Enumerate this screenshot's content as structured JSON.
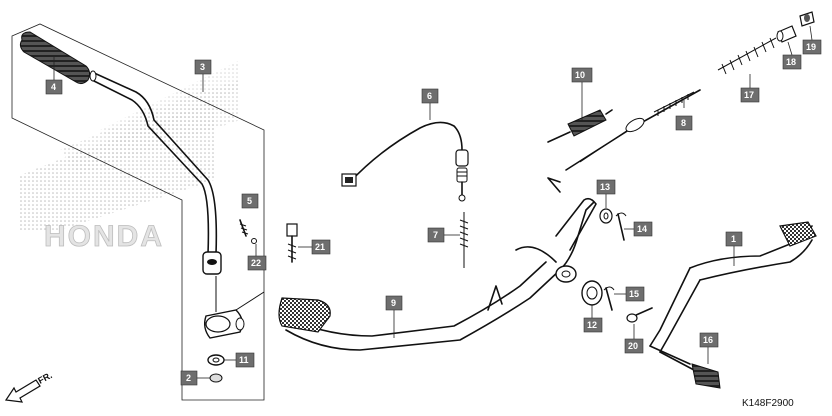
{
  "diagram": {
    "watermark_text": "HONDA",
    "drawing_code": "K148F2900",
    "direction_label": "FR.",
    "callouts": [
      "1",
      "2",
      "3",
      "4",
      "5",
      "6",
      "7",
      "8",
      "9",
      "10",
      "11",
      "12",
      "13",
      "14",
      "15",
      "16",
      "17",
      "18",
      "19",
      "20",
      "21",
      "22"
    ]
  }
}
